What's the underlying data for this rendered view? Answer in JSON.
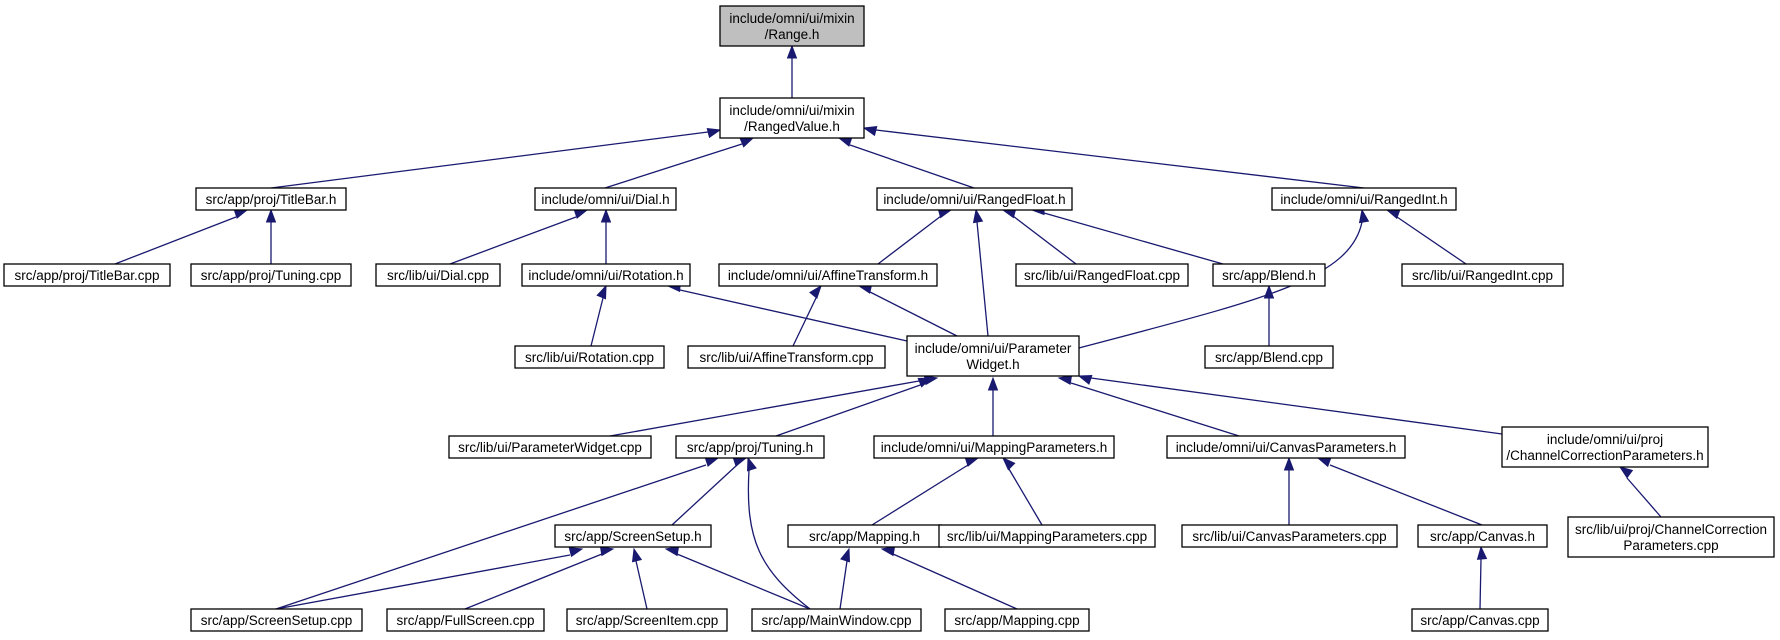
{
  "graph": {
    "nodes": [
      {
        "id": "range_h",
        "lines": [
          "include/omni/ui/mixin",
          "/Range.h"
        ],
        "root": true
      },
      {
        "id": "rangedvalue_h",
        "lines": [
          "include/omni/ui/mixin",
          "/RangedValue.h"
        ]
      },
      {
        "id": "titlebar_h",
        "lines": [
          "src/app/proj/TitleBar.h"
        ]
      },
      {
        "id": "dial_h",
        "lines": [
          "include/omni/ui/Dial.h"
        ]
      },
      {
        "id": "rangedfloat_h",
        "lines": [
          "include/omni/ui/RangedFloat.h"
        ]
      },
      {
        "id": "rangedint_h",
        "lines": [
          "include/omni/ui/RangedInt.h"
        ]
      },
      {
        "id": "titlebar_cpp",
        "lines": [
          "src/app/proj/TitleBar.cpp"
        ]
      },
      {
        "id": "tuning_cpp",
        "lines": [
          "src/app/proj/Tuning.cpp"
        ]
      },
      {
        "id": "dial_cpp",
        "lines": [
          "src/lib/ui/Dial.cpp"
        ]
      },
      {
        "id": "rotation_h",
        "lines": [
          "include/omni/ui/Rotation.h"
        ]
      },
      {
        "id": "affine_h",
        "lines": [
          "include/omni/ui/AffineTransform.h"
        ]
      },
      {
        "id": "rangedfloat_cpp",
        "lines": [
          "src/lib/ui/RangedFloat.cpp"
        ]
      },
      {
        "id": "blend_h",
        "lines": [
          "src/app/Blend.h"
        ]
      },
      {
        "id": "rangedint_cpp",
        "lines": [
          "src/lib/ui/RangedInt.cpp"
        ]
      },
      {
        "id": "rotation_cpp",
        "lines": [
          "src/lib/ui/Rotation.cpp"
        ]
      },
      {
        "id": "affine_cpp",
        "lines": [
          "src/lib/ui/AffineTransform.cpp"
        ]
      },
      {
        "id": "paramwidget_h",
        "lines": [
          "include/omni/ui/Parameter",
          "Widget.h"
        ]
      },
      {
        "id": "blend_cpp",
        "lines": [
          "src/app/Blend.cpp"
        ]
      },
      {
        "id": "paramwidget_cpp",
        "lines": [
          "src/lib/ui/ParameterWidget.cpp"
        ]
      },
      {
        "id": "tuning_h",
        "lines": [
          "src/app/proj/Tuning.h"
        ]
      },
      {
        "id": "mappingparams_h",
        "lines": [
          "include/omni/ui/MappingParameters.h"
        ]
      },
      {
        "id": "canvasparams_h",
        "lines": [
          "include/omni/ui/CanvasParameters.h"
        ]
      },
      {
        "id": "channelcorr_h",
        "lines": [
          "include/omni/ui/proj",
          "/ChannelCorrectionParameters.h"
        ]
      },
      {
        "id": "screensetup_h",
        "lines": [
          "src/app/ScreenSetup.h"
        ]
      },
      {
        "id": "mapping_h",
        "lines": [
          "src/app/Mapping.h"
        ]
      },
      {
        "id": "mappingparams_cpp",
        "lines": [
          "src/lib/ui/MappingParameters.cpp"
        ]
      },
      {
        "id": "canvasparams_cpp",
        "lines": [
          "src/lib/ui/CanvasParameters.cpp"
        ]
      },
      {
        "id": "canvas_h",
        "lines": [
          "src/app/Canvas.h"
        ]
      },
      {
        "id": "channelcorr_cpp",
        "lines": [
          "src/lib/ui/proj/ChannelCorrection",
          "Parameters.cpp"
        ]
      },
      {
        "id": "screensetup_cpp",
        "lines": [
          "src/app/ScreenSetup.cpp"
        ]
      },
      {
        "id": "fullscreen_cpp",
        "lines": [
          "src/app/FullScreen.cpp"
        ]
      },
      {
        "id": "screenitem_cpp",
        "lines": [
          "src/app/ScreenItem.cpp"
        ]
      },
      {
        "id": "mainwindow_cpp",
        "lines": [
          "src/app/MainWindow.cpp"
        ]
      },
      {
        "id": "mapping_cpp",
        "lines": [
          "src/app/Mapping.cpp"
        ]
      },
      {
        "id": "canvas_cpp",
        "lines": [
          "src/app/Canvas.cpp"
        ]
      }
    ],
    "edges": [
      {
        "from": "rangedvalue_h",
        "to": "range_h"
      },
      {
        "from": "titlebar_h",
        "to": "rangedvalue_h"
      },
      {
        "from": "dial_h",
        "to": "rangedvalue_h"
      },
      {
        "from": "rangedfloat_h",
        "to": "rangedvalue_h"
      },
      {
        "from": "rangedint_h",
        "to": "rangedvalue_h"
      },
      {
        "from": "titlebar_cpp",
        "to": "titlebar_h"
      },
      {
        "from": "tuning_cpp",
        "to": "titlebar_h"
      },
      {
        "from": "dial_cpp",
        "to": "dial_h"
      },
      {
        "from": "rotation_h",
        "to": "dial_h"
      },
      {
        "from": "affine_h",
        "to": "rangedfloat_h"
      },
      {
        "from": "paramwidget_h",
        "to": "rangedfloat_h"
      },
      {
        "from": "rangedfloat_cpp",
        "to": "rangedfloat_h"
      },
      {
        "from": "blend_h",
        "to": "rangedfloat_h"
      },
      {
        "from": "paramwidget_h",
        "to": "rangedint_h"
      },
      {
        "from": "rangedint_cpp",
        "to": "rangedint_h"
      },
      {
        "from": "rotation_cpp",
        "to": "rotation_h"
      },
      {
        "from": "paramwidget_h",
        "to": "rotation_h"
      },
      {
        "from": "affine_cpp",
        "to": "affine_h"
      },
      {
        "from": "paramwidget_h",
        "to": "affine_h"
      },
      {
        "from": "blend_cpp",
        "to": "blend_h"
      },
      {
        "from": "paramwidget_cpp",
        "to": "paramwidget_h"
      },
      {
        "from": "tuning_h",
        "to": "paramwidget_h"
      },
      {
        "from": "mappingparams_h",
        "to": "paramwidget_h"
      },
      {
        "from": "canvasparams_h",
        "to": "paramwidget_h"
      },
      {
        "from": "channelcorr_h",
        "to": "paramwidget_h"
      },
      {
        "from": "screensetup_h",
        "to": "tuning_h"
      },
      {
        "from": "screensetup_cpp",
        "to": "tuning_h"
      },
      {
        "from": "mainwindow_cpp",
        "to": "tuning_h"
      },
      {
        "from": "mapping_h",
        "to": "mappingparams_h"
      },
      {
        "from": "mappingparams_cpp",
        "to": "mappingparams_h"
      },
      {
        "from": "canvasparams_cpp",
        "to": "canvasparams_h"
      },
      {
        "from": "canvas_h",
        "to": "canvasparams_h"
      },
      {
        "from": "channelcorr_cpp",
        "to": "channelcorr_h"
      },
      {
        "from": "screensetup_cpp",
        "to": "screensetup_h"
      },
      {
        "from": "fullscreen_cpp",
        "to": "screensetup_h"
      },
      {
        "from": "screenitem_cpp",
        "to": "screensetup_h"
      },
      {
        "from": "mainwindow_cpp",
        "to": "screensetup_h"
      },
      {
        "from": "mainwindow_cpp",
        "to": "mapping_h"
      },
      {
        "from": "mapping_cpp",
        "to": "mapping_h"
      },
      {
        "from": "canvas_cpp",
        "to": "canvas_h"
      }
    ]
  }
}
